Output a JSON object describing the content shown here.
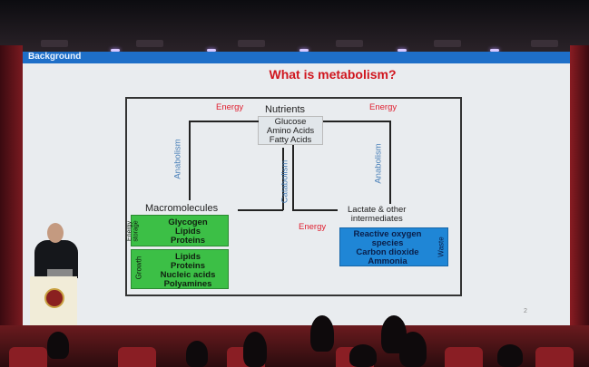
{
  "slide": {
    "header": "Background",
    "title": "What is metabolism?",
    "page_number": "2",
    "diagram": {
      "nutrients_title": "Nutrients",
      "nutrients": [
        "Glucose",
        "Amino Acids",
        "Fatty Acids"
      ],
      "energy_left": "Energy",
      "energy_right": "Energy",
      "energy_bottom": "Energy",
      "anabolism_left": "Anabolism",
      "anabolism_right": "Anabolism",
      "catabolism": "Catabolism",
      "macromolecules": "Macromolecules",
      "lactate": [
        "Lactate & other",
        "intermediates"
      ],
      "energy_storage": {
        "label": [
          "Energy",
          "storage"
        ],
        "items": [
          "Glycogen",
          "Lipids",
          "Proteins"
        ]
      },
      "growth": {
        "label": "Growth",
        "items": [
          "Lipids",
          "Proteins",
          "Nucleic acids",
          "Polyamines"
        ]
      },
      "waste": {
        "label": "Waste",
        "items": [
          "Reactive oxygen",
          "species",
          "Carbon dioxide",
          "Ammonia"
        ]
      }
    }
  },
  "colors": {
    "header": "#1e6fc8",
    "title": "#d0161e",
    "green": "#3cbf46",
    "waste": "#1f86d6"
  }
}
